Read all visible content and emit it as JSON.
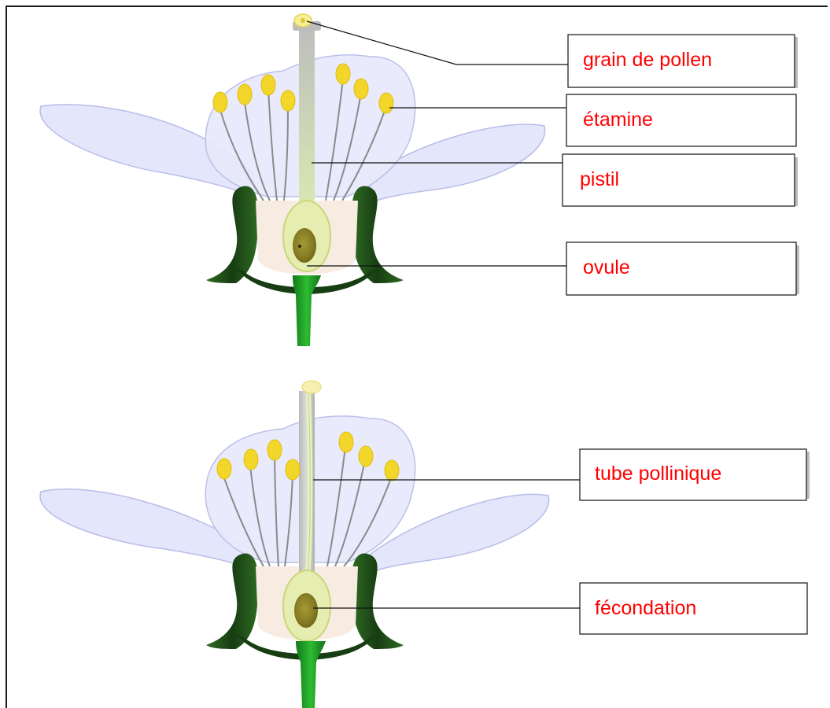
{
  "labels": {
    "grain": "grain de pollen",
    "etamine": "étamine",
    "pistil": "pistil",
    "ovule": "ovule",
    "tube": "tube pollinique",
    "fecondation": "fécondation"
  },
  "colors": {
    "label_text": "#ff0000",
    "petal": "#e4e6fb",
    "petal_edge": "#b9bde8",
    "sepal": "#1f4a1a",
    "receptacle": "#f8ebe2",
    "ovary": "#e6edb0",
    "style": "#c4c4c4",
    "anther": "#f3d62a",
    "stalk": "#1e8f24"
  }
}
